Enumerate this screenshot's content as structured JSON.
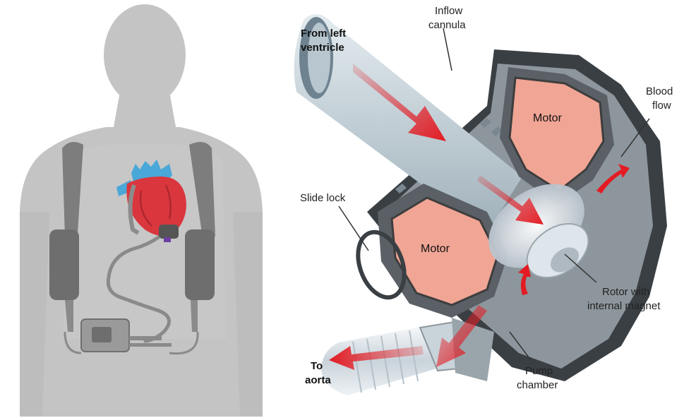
{
  "labels": {
    "from_left_ventricle_1": "From left",
    "from_left_ventricle_2": "ventricle",
    "inflow_cannula_1": "Inflow",
    "inflow_cannula_2": "cannula",
    "blood_flow_1": "Blood",
    "blood_flow_2": "flow",
    "slide_lock": "Slide lock",
    "motor_top": "Motor",
    "motor_bottom": "Motor",
    "rotor_1": "Rotor with",
    "rotor_2": "internal magnet",
    "pump_chamber_1": "Pump",
    "pump_chamber_2": "chamber",
    "to_aorta_1": "To",
    "to_aorta_2": "aorta"
  },
  "colors": {
    "silhouette": "#c4c4c4",
    "torso_inner": "#d2d2d2",
    "strap": "#7d7d7d",
    "heart": "#d9363e",
    "vessels": "#4aa8d8",
    "motor": "#f0a595",
    "housing": "#8d969c",
    "cannula": "#c7d4db",
    "arrow": "#e31b23"
  }
}
